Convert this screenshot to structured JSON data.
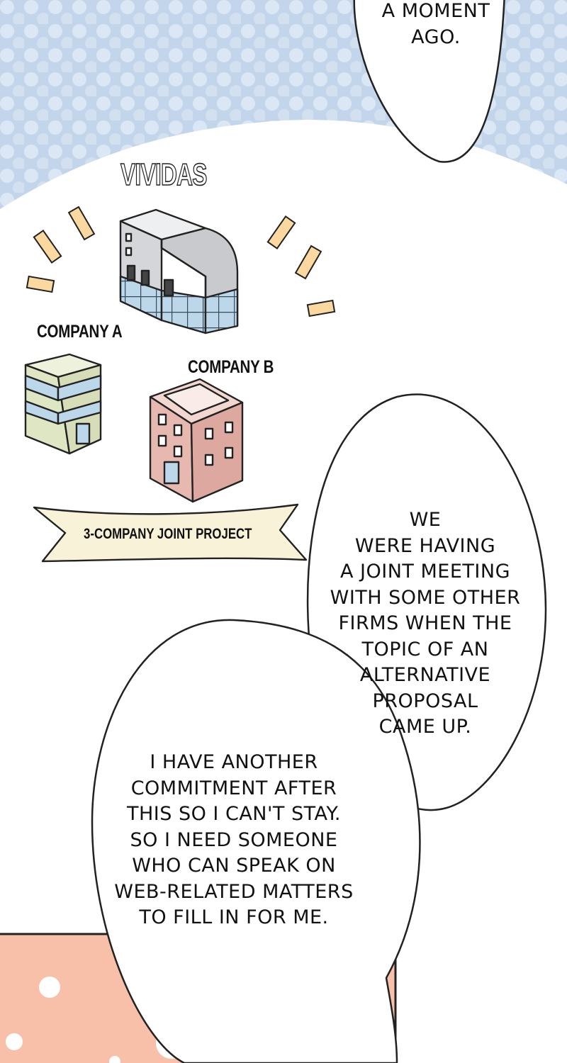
{
  "panel": {
    "top_bubble_text": "A MOMENT\nAGO.",
    "illustration": {
      "hq_name": "VIVIDAS",
      "company_a_label": "COMPANY A",
      "company_b_label": "COMPANY B",
      "banner_text": "3-COMPANY JOINT PROJECT"
    },
    "middle_bubble_text": "WE\nWERE HAVING\nA JOINT MEETING\nWITH SOME OTHER\nFIRMS WHEN THE\nTOPIC OF AN\nALTERNATIVE\nPROPOSAL\nCAME UP.",
    "bottom_bubble_text": "I HAVE ANOTHER\nCOMMITMENT AFTER\nTHIS SO I CAN'T STAY.\nSO I NEED SOMEONE\nWHO CAN SPEAK ON\nWEB-RELATED MATTERS\nTO FILL IN FOR ME."
  },
  "colors": {
    "sky_blue": "#c3d5ea",
    "dot_blue": "#d9e6f4",
    "peach": "#f8c0a8",
    "accent_yellow": "#fbd8a0",
    "building_gray": "#d4d6da",
    "glass_blue": "#bcd6ea",
    "building_green": "#dfe6c4",
    "building_pink": "#e6b8b0",
    "banner_cream": "#f8f2d8"
  }
}
